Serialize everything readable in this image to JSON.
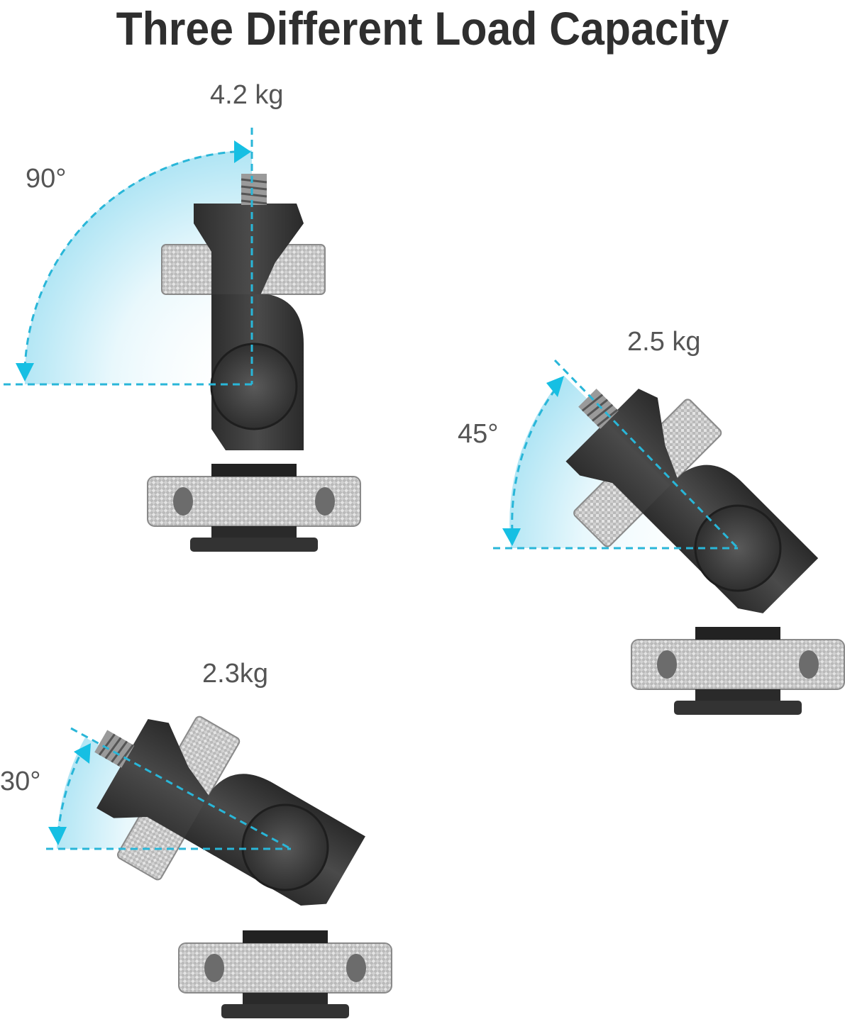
{
  "title": "Three Different Load Capacity",
  "accent_color": "#29b6d8",
  "text_color": "#555555",
  "configurations": [
    {
      "angle": "90°",
      "load": "4.2 kg"
    },
    {
      "angle": "45°",
      "load": "2.5 kg"
    },
    {
      "angle": "30°",
      "load": "2.3kg"
    }
  ]
}
